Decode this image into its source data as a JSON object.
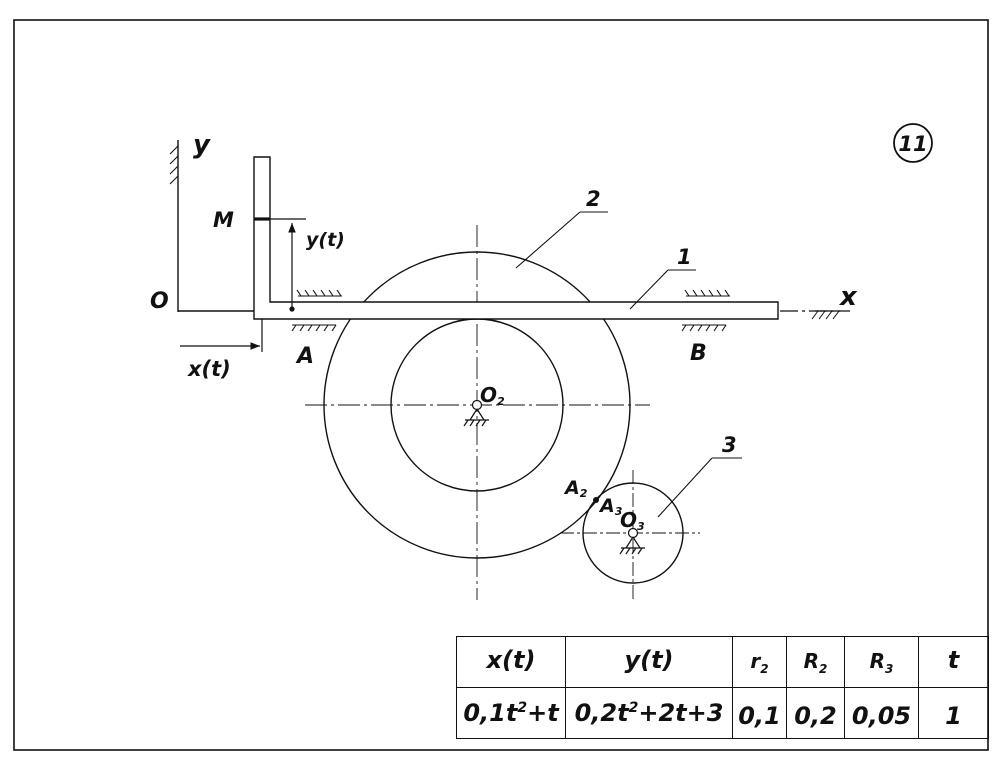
{
  "problem_number": "11",
  "axes": {
    "y_label": "y",
    "x_label": "x",
    "origin_label": "O"
  },
  "points": {
    "M": "M",
    "A": "A",
    "B": "B",
    "O2": "O",
    "O2_sub": "2",
    "O3": "O",
    "O3_sub": "3",
    "A2": "A",
    "A2_sub": "2",
    "A3": "A",
    "A3_sub": "3"
  },
  "dimensions": {
    "xt": "x(t)",
    "yt": "y(t)"
  },
  "callouts": {
    "one": "1",
    "two": "2",
    "three": "3"
  },
  "table": {
    "headers": [
      {
        "main": "x(t)",
        "sub": ""
      },
      {
        "main": "y(t)",
        "sub": ""
      },
      {
        "main": "r",
        "sub": "2"
      },
      {
        "main": "R",
        "sub": "2"
      },
      {
        "main": "R",
        "sub": "3"
      },
      {
        "main": "t",
        "sub": ""
      }
    ],
    "values": [
      {
        "pre": "0,1t",
        "sup": "2",
        "post": "+t"
      },
      {
        "pre": "0,2t",
        "sup": "2",
        "post": "+2t+3"
      },
      {
        "pre": "0,1",
        "sup": "",
        "post": ""
      },
      {
        "pre": "0,2",
        "sup": "",
        "post": ""
      },
      {
        "pre": "0,05",
        "sup": "",
        "post": ""
      },
      {
        "pre": "1",
        "sup": "",
        "post": ""
      }
    ]
  }
}
